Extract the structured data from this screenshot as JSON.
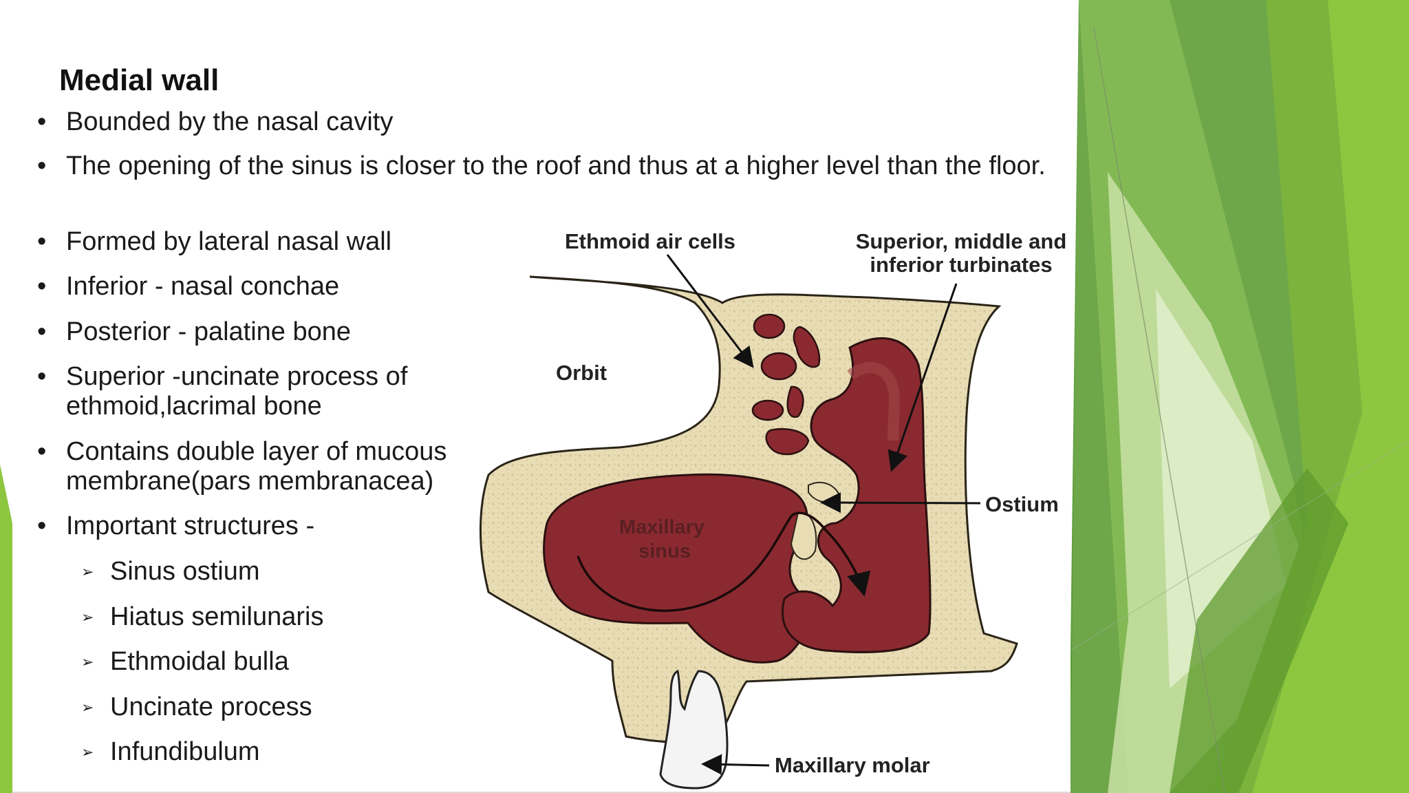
{
  "slide": {
    "title": "Medial wall",
    "bullets": [
      "Bounded by the nasal cavity",
      "The opening of the sinus is closer to the roof and thus at a higher level than the floor.",
      "Formed by lateral nasal wall",
      "Inferior - nasal conchae",
      "Posterior - palatine bone",
      "Superior -uncinate process of ethmoid,lacrimal bone",
      "Contains double layer of mucous membrane(pars membranacea)",
      "Important structures -"
    ],
    "sub_bullets": [
      "Sinus ostium",
      "Hiatus semilunaris",
      "Ethmoidal bulla",
      "Uncinate process",
      "Infundibulum"
    ]
  },
  "diagram": {
    "labels": {
      "ethmoid": "Ethmoid air cells",
      "turbinates_1": "Superior, middle and",
      "turbinates_2": "inferior turbinates",
      "orbit": "Orbit",
      "ostium": "Ostium",
      "sinus_1": "Maxillary",
      "sinus_2": "sinus",
      "molar": "Maxillary molar"
    }
  },
  "colors": {
    "accent_green": "#8dc63f",
    "dark_green": "#4f8f2a",
    "bone": "#e8dcb5",
    "sinus": "#8a2a30"
  }
}
